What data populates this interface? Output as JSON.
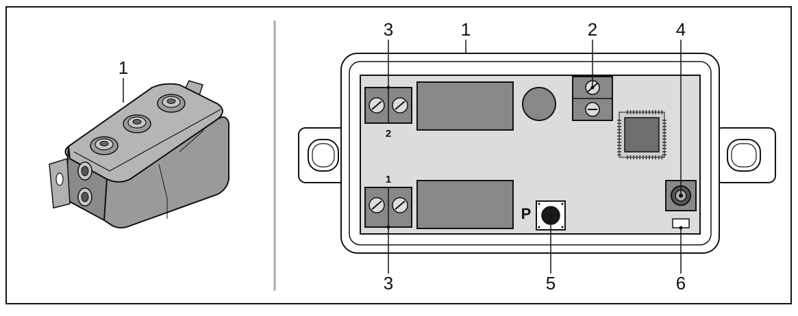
{
  "colors": {
    "board": "#dcdcdc",
    "component": "#888888",
    "dark": "#3a3a3a",
    "chip": "#6e6e6e",
    "housing_top": "#b5b5b5",
    "housing_side": "#9a9a9a",
    "outline": "#111111"
  },
  "left_panel": {
    "callouts": {
      "housing": "1"
    }
  },
  "right_panel": {
    "callouts": {
      "housing": "1",
      "terminal_top_left": "3",
      "terminal_bottom_left": "3",
      "terminal_top_right": "2",
      "antenna_socket": "4",
      "program_button": "5",
      "led": "6"
    },
    "board_labels": {
      "terminal_top": "2",
      "terminal_bottom": "1",
      "button": "P"
    }
  }
}
